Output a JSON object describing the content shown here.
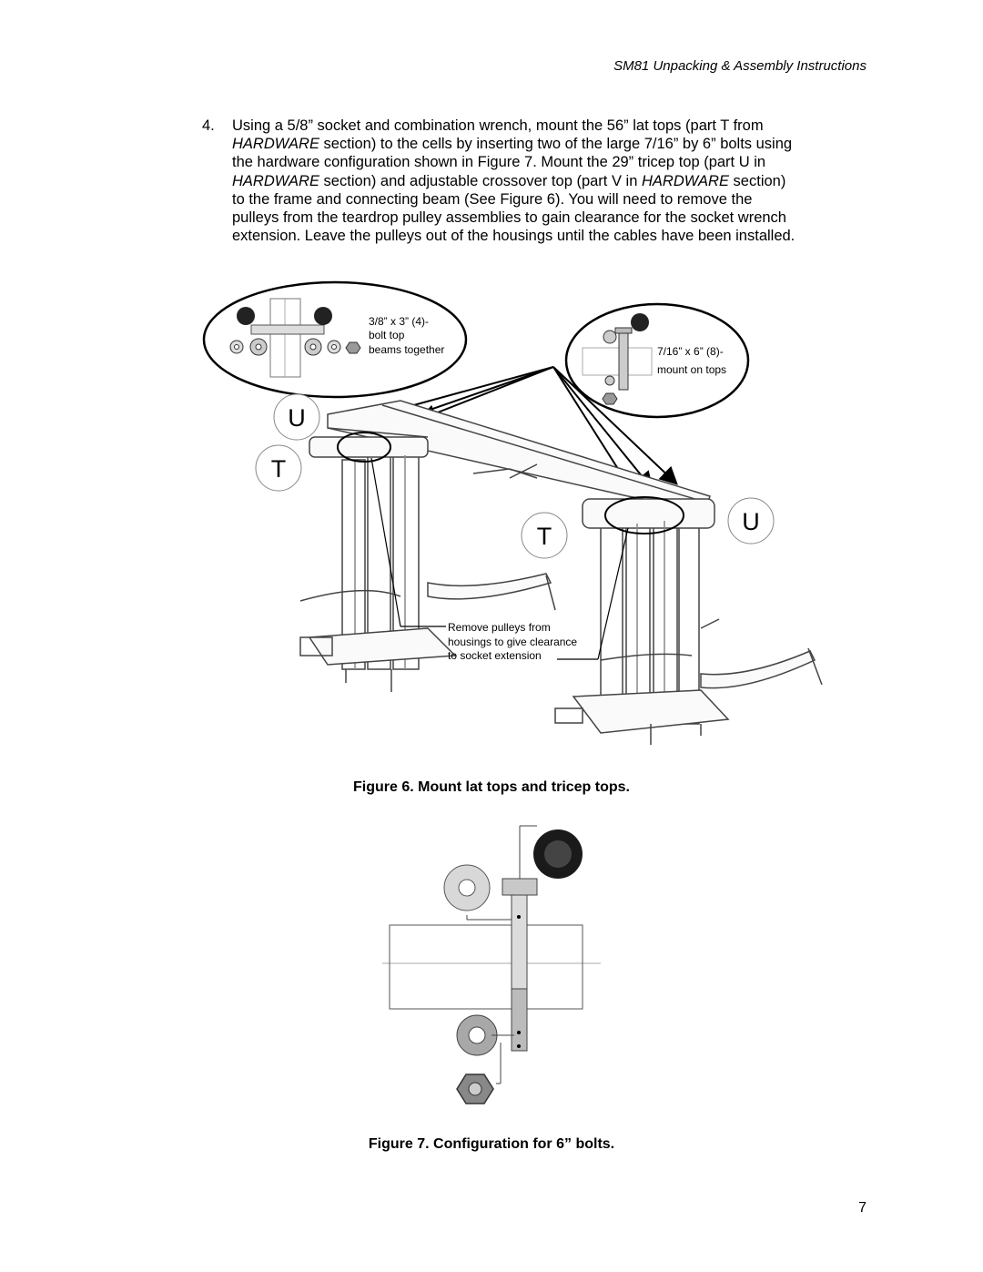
{
  "header": {
    "title": "SM81 Unpacking & Assembly Instructions"
  },
  "step": {
    "number": "4.",
    "lines": [
      [
        {
          "t": "Using a 5/8” socket and combination wrench, mount the 56” lat tops (part T from",
          "i": false
        }
      ],
      [
        {
          "t": "HARDWARE",
          "i": true
        },
        {
          "t": " section) to the cells by inserting two of the large 7/16” by 6” bolts using",
          "i": false
        }
      ],
      [
        {
          "t": "the hardware configuration shown in Figure 7. Mount the 29” tricep top (part U in",
          "i": false
        }
      ],
      [
        {
          "t": "HARDWARE",
          "i": true
        },
        {
          "t": " section) and adjustable crossover top (part V in ",
          "i": false
        },
        {
          "t": "HARDWARE",
          "i": true
        },
        {
          "t": " section)",
          "i": false
        }
      ],
      [
        {
          "t": "to the frame and connecting beam (See Figure 6). You will need to remove the",
          "i": false
        }
      ],
      [
        {
          "t": "pulleys from the teardrop pulley assemblies to gain clearance for the socket wrench",
          "i": false
        }
      ],
      [
        {
          "t": "extension. Leave the pulleys out of the housings until the cables have been installed.",
          "i": false
        }
      ]
    ]
  },
  "figure6": {
    "callout_left": [
      "3/8” x 3” (4)-",
      "bolt top",
      "beams together"
    ],
    "callout_right": [
      "7/16” x 6” (8)-",
      "mount on tops"
    ],
    "callout_pulleys": [
      "Remove pulleys from",
      "housings to give clearance",
      "to socket extension"
    ],
    "part_labels": {
      "u1": "U",
      "t1": "T",
      "t2": "T",
      "u2": "U"
    },
    "caption": "Figure 6. Mount lat tops and tricep tops."
  },
  "figure7": {
    "caption": "Figure 7. Configuration for 6” bolts."
  },
  "page_number": "7"
}
